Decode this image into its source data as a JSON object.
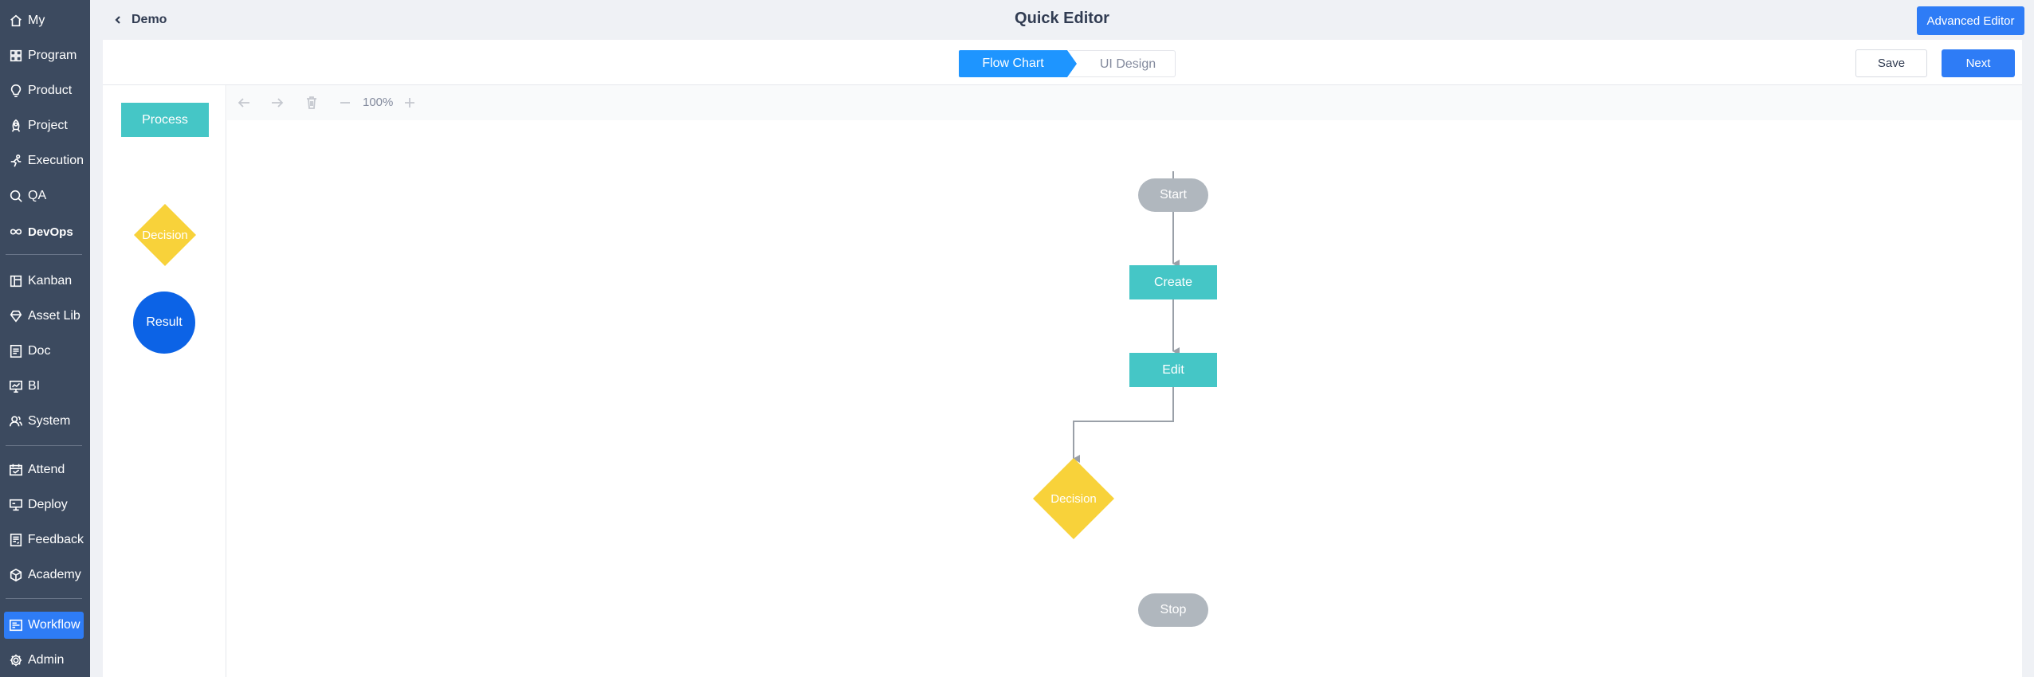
{
  "sidebar": {
    "items": [
      {
        "label": "My",
        "icon": "home-icon"
      },
      {
        "label": "Program",
        "icon": "grid-icon"
      },
      {
        "label": "Product",
        "icon": "lightbulb-icon"
      },
      {
        "label": "Project",
        "icon": "rocket-icon"
      },
      {
        "label": "Execution",
        "icon": "run-icon"
      },
      {
        "label": "QA",
        "icon": "search-icon"
      },
      {
        "label": "DevOps",
        "icon": "infinity-icon"
      },
      {
        "label": "Kanban",
        "icon": "kanban-icon"
      },
      {
        "label": "Asset Lib",
        "icon": "diamond-icon"
      },
      {
        "label": "Doc",
        "icon": "doc-icon"
      },
      {
        "label": "BI",
        "icon": "monitor-icon"
      },
      {
        "label": "System",
        "icon": "users-icon"
      },
      {
        "label": "Attend",
        "icon": "calendar-icon"
      },
      {
        "label": "Deploy",
        "icon": "server-icon"
      },
      {
        "label": "Feedback",
        "icon": "feedback-icon"
      },
      {
        "label": "Academy",
        "icon": "cube-icon"
      },
      {
        "label": "Workflow",
        "icon": "workflow-icon",
        "active": true
      },
      {
        "label": "Admin",
        "icon": "gear-icon"
      }
    ]
  },
  "header": {
    "breadcrumb": "Demo",
    "title": "Quick Editor",
    "advanced_editor_label": "Advanced Editor"
  },
  "steps": {
    "flow_chart": "Flow Chart",
    "ui_design": "UI Design",
    "active": "flow_chart"
  },
  "actions": {
    "save_label": "Save",
    "next_label": "Next"
  },
  "palette": {
    "process": "Process",
    "decision": "Decision",
    "result": "Result"
  },
  "toolbar": {
    "zoom": "100%"
  },
  "flow": {
    "nodes": {
      "start": "Start",
      "create": "Create",
      "edit": "Edit",
      "decision": "Decision",
      "stop": "Stop"
    }
  },
  "colors": {
    "sidebar_bg": "#3c4a5f",
    "accent": "#2e7cf6",
    "step_active": "#1e95ff",
    "process": "#45c6c6",
    "decision": "#f8d23a",
    "result": "#0c63e6",
    "terminal": "#b0b7be",
    "connector": "#9aa0a8"
  }
}
